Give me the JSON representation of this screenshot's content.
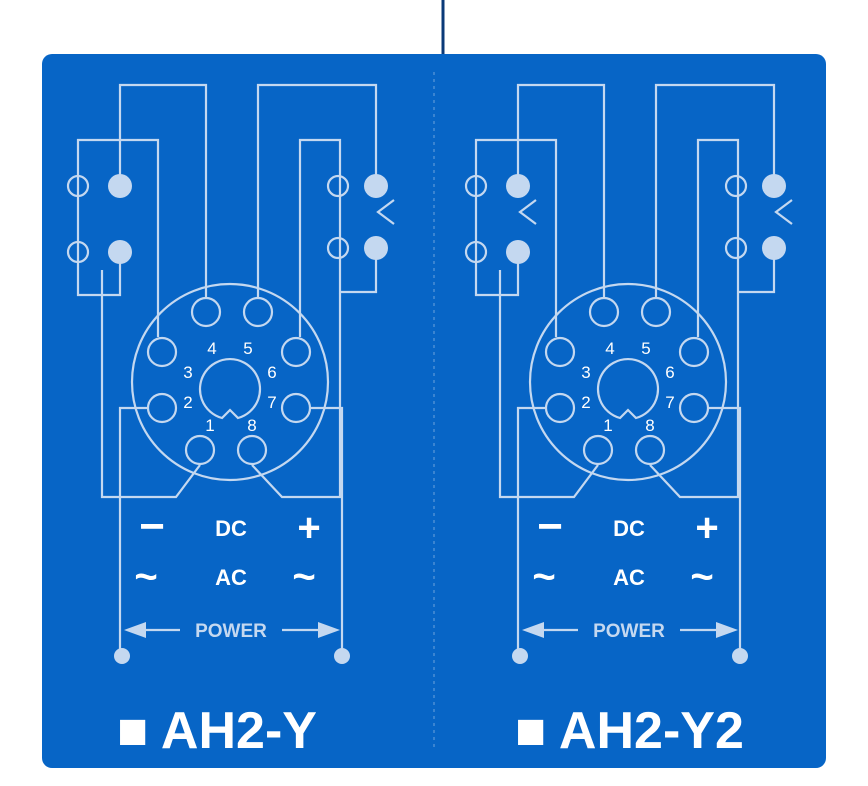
{
  "colors": {
    "panel": "#0765c6",
    "line": "#c4d8f0",
    "text": "#ffffff"
  },
  "pin_numbers": [
    "1",
    "2",
    "3",
    "4",
    "5",
    "6",
    "7",
    "8"
  ],
  "labels": {
    "dc": "DC",
    "ac": "AC",
    "minus": "−",
    "plus": "+",
    "tilde": "~",
    "power": "POWER"
  },
  "panels": [
    {
      "model": "■ AH2-Y"
    },
    {
      "model": "■ AH2-Y2"
    }
  ]
}
